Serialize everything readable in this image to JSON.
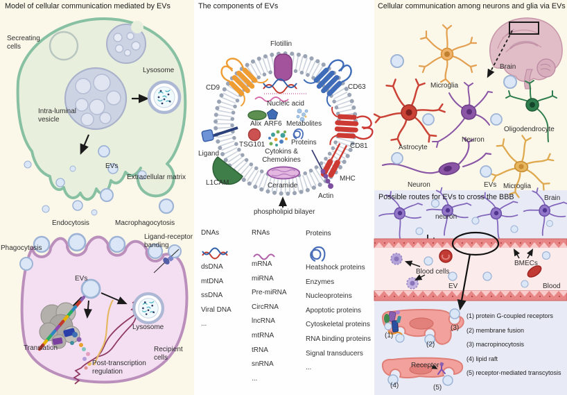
{
  "left": {
    "title": "Model of cellular communication mediated by EVs",
    "secreting_cells": "Secreating cells",
    "lysosome_top": "Lysosome",
    "intraluminal_vesicle": "Intra-luminal vesicle",
    "evs_top": "EVs",
    "extracellular_matrix": "Extracellular matrix",
    "endocytosis": "Endocytosis",
    "macrophagocytosis": "Macrophagocytosis",
    "phagocytosis": "Phagocytosis",
    "ligand_receptor_banding": "Ligand-receptor banding",
    "evs_bottom": "EVs",
    "translation": "Translation",
    "post_transcription_regulation": "Post-transcription regulation",
    "lysosome_bottom": "Lysosome",
    "recipient_cells": "Recipient cells"
  },
  "middle": {
    "title": "The components of EVs",
    "flotillin": "Flotillin",
    "cd9": "CD9",
    "cd63": "CD63",
    "nucleic_acid": "Nucleic acid",
    "alix": "Alix",
    "arf6": "ARF6",
    "metabolites": "Metabolites",
    "tsg101": "TSG101",
    "proteins": "Proteins",
    "cd81": "CD81",
    "cytokines_chemokines": "Cytokins & Chemokines",
    "ligand": "Ligand",
    "l1cam": "L1CAM",
    "ceramide": "Ceramide",
    "mhc": "MHC",
    "actin": "Actin",
    "phospholipid_bilayer": "phospholipid bilayer",
    "dna_list": {
      "header": "DNAs",
      "items": [
        "dsDNA",
        "mtDNA",
        "ssDNA",
        "Viral DNA",
        "..."
      ]
    },
    "rna_list": {
      "header": "RNAs",
      "items": [
        "mRNA",
        "miRNA",
        "Pre-miRNA",
        "CircRNA",
        "lncRNA",
        "mtRNA",
        "tRNA",
        "snRNA",
        "..."
      ]
    },
    "protein_list": {
      "header": "Proteins",
      "items": [
        "Heatshock proteins",
        "Enzymes",
        "Nucleoproteins",
        "Apoptotic proteins",
        "Cytoskeletal proteins",
        "RNA binding proteins",
        "Signal transducers",
        "..."
      ]
    }
  },
  "right_top": {
    "title": "Cellular communication among neurons and glia via EVs",
    "microglia_top": "Microglia",
    "brain": "Brain",
    "astrocyte": "Astrocyte",
    "neuron_mid": "Neuron",
    "oligodendrocyte": "Oligodendrocyte",
    "neuron_bottom": "Neuron",
    "evs": "EVs",
    "microglia_bottom": "Microglia"
  },
  "right_bottom": {
    "title": "Possible routes for EVs to cross the BBB",
    "brain": "Brain",
    "neuron": "neuron",
    "blood_cells": "Blood cells",
    "ev": "EV",
    "bmecs": "BMECs",
    "blood": "Blood",
    "receptor": "Receptor",
    "marker1": "(1)",
    "marker2": "(2)",
    "marker3": "(3)",
    "marker4": "(4)",
    "marker5": "(5)",
    "routes": [
      "(1) protein G-coupled receptors",
      "(2) membrane fusion",
      "(3) macropinocytosis",
      "(4) lipid raft",
      "(5) receptor-mediated transcytosis"
    ]
  },
  "colors": {
    "panel_bg_cream": "#fbf7e9",
    "panel_bg_white": "#fefefe",
    "panel_bg_lavender": "#e8ebf6",
    "secreting_cell_green": "#87c0a2",
    "recipient_cell_pink": "#bb8fbc",
    "ev_blue": "#dbe7f6",
    "flotillin_purple": "#a3539c",
    "cd9_orange": "#ef9d33",
    "cd63_blue": "#3f6cb8",
    "cd81_red": "#cc3a33",
    "astrocyte_red": "#cb4337",
    "neuron_purple": "#8a56a5",
    "oligodendrocyte_green": "#2f7d4d",
    "microglia_orange": "#e3a050",
    "vessel_wall_red": "#e88585"
  }
}
